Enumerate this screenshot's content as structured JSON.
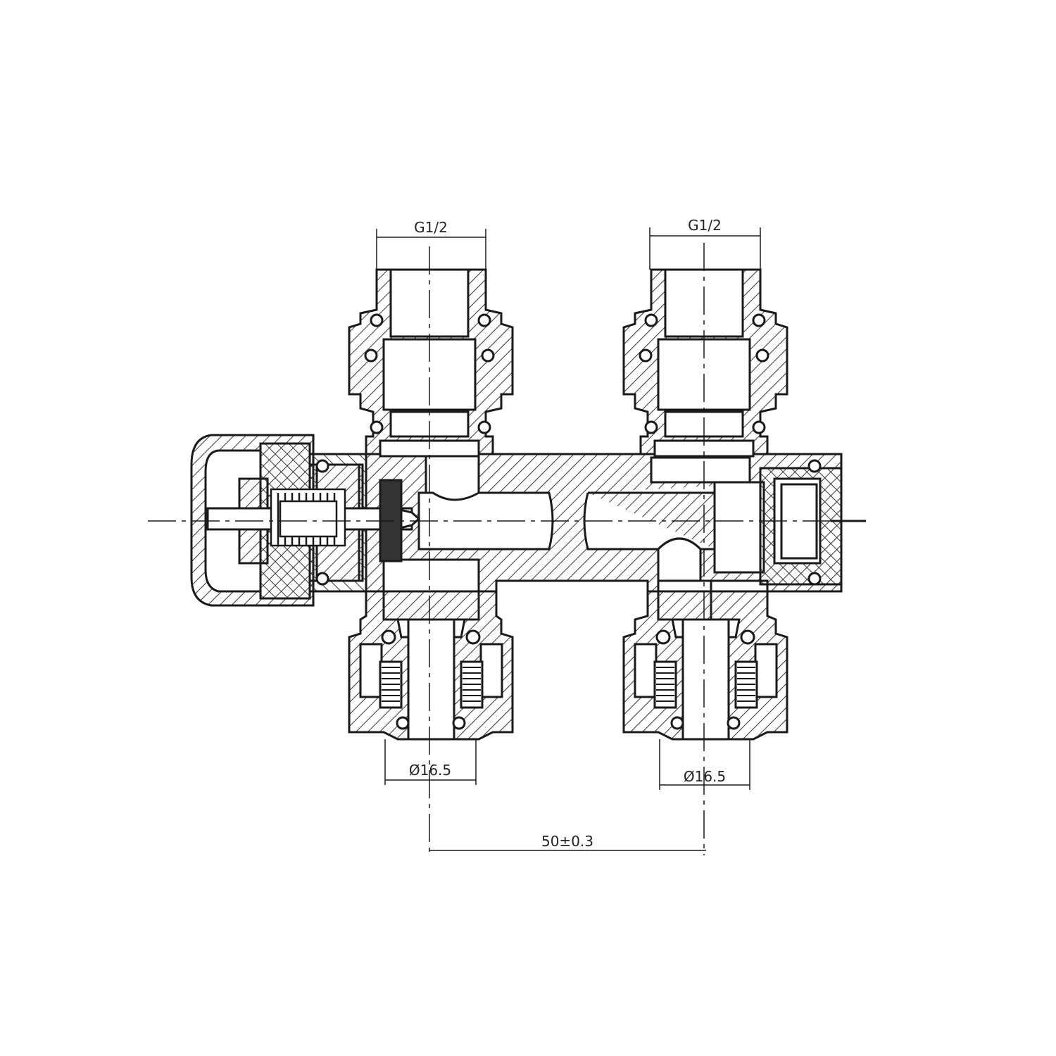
{
  "drawing": {
    "stroke_color": "#1a1a1a",
    "hatch_color": "#333333",
    "background": "#ffffff"
  },
  "dimensions": {
    "left_outlet_thread": "G1/2",
    "right_outlet_thread": "G1/2",
    "left_inlet_diameter": "Ø16.5",
    "right_inlet_diameter": "Ø16.5",
    "center_distance": "50±0.3"
  }
}
